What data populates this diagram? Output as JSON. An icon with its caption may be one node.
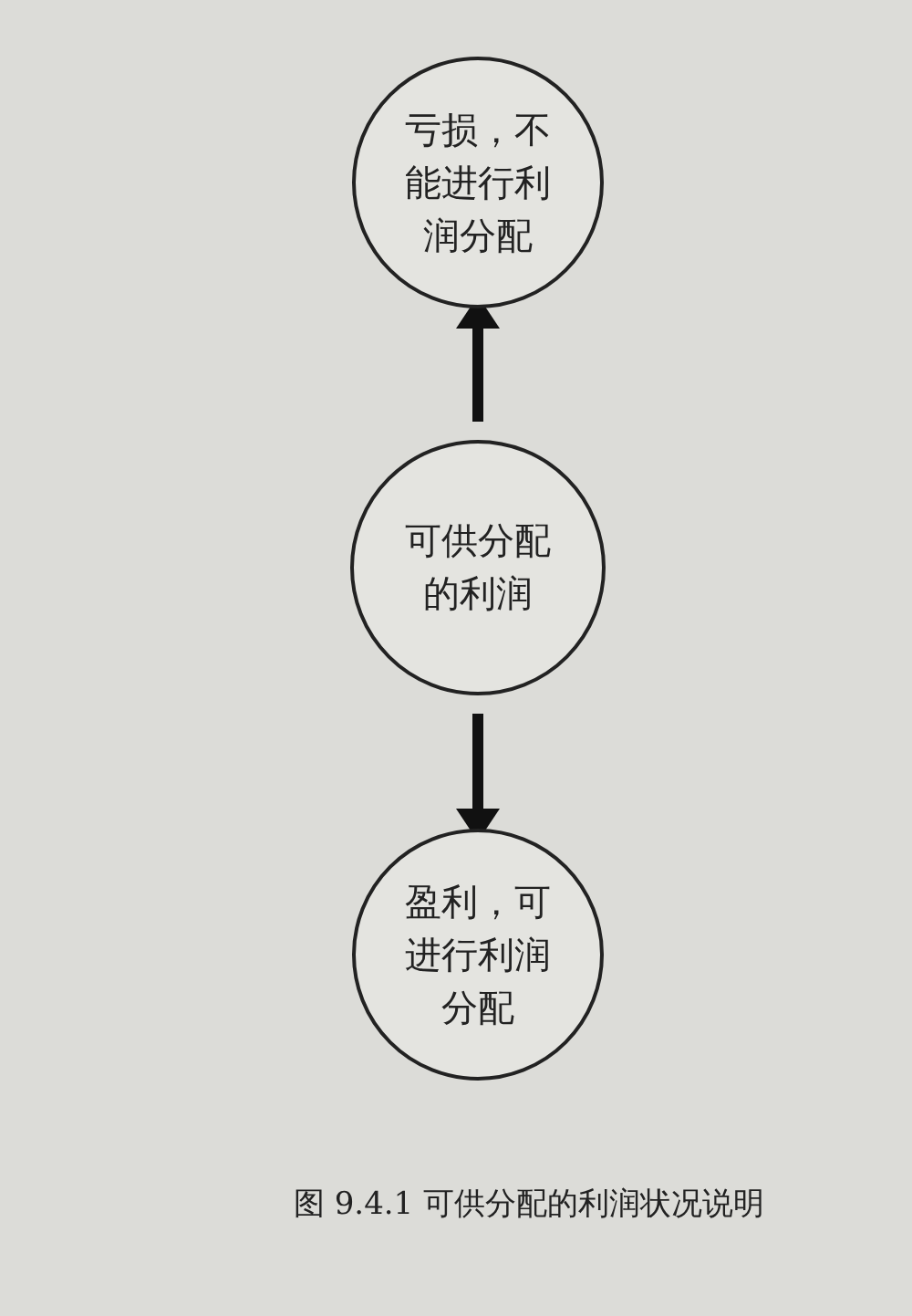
{
  "diagram": {
    "caption": "图 9.4.1 可供分配的利润状况说明",
    "nodes": [
      {
        "text": [
          "亏损，不能进行利润分配"
        ]
      },
      {
        "text": [
          "可供分配的利润"
        ]
      },
      {
        "text": [
          "盈利，可进行利润分配"
        ]
      }
    ],
    "edges": [
      {
        "from": 1,
        "to": 0,
        "arrow": "to"
      },
      {
        "from": 1,
        "to": 2,
        "arrow": "to"
      }
    ]
  }
}
